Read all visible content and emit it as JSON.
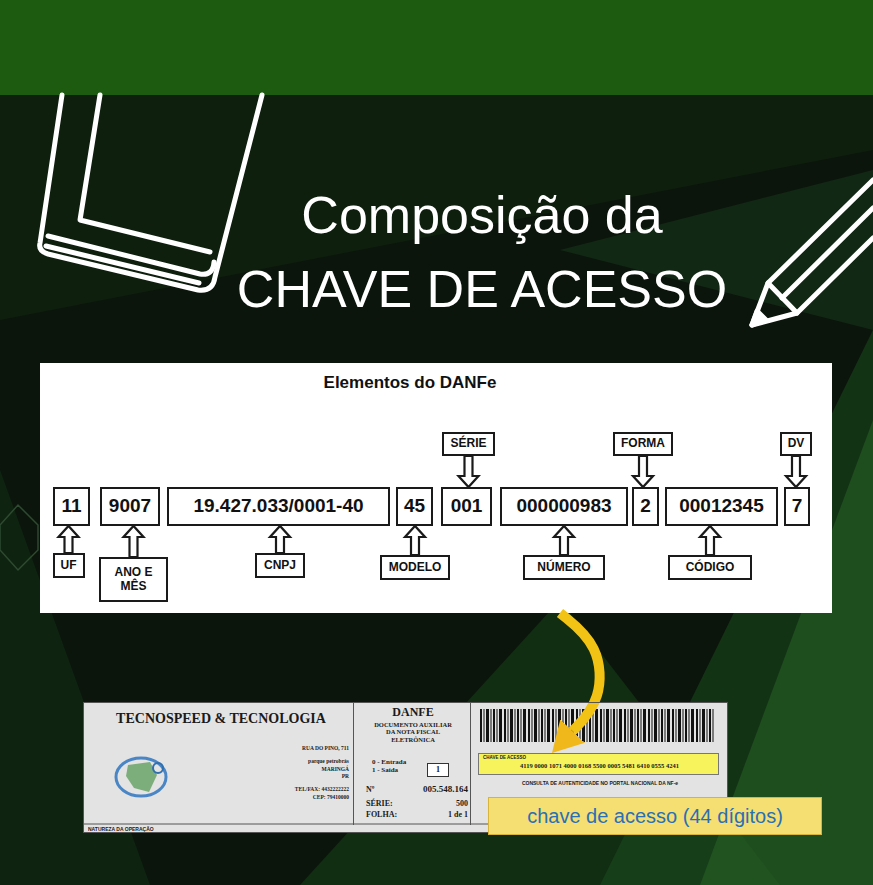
{
  "diagram": {
    "title": "Composição da CHAVE DE ACESSO",
    "nodes": [
      {
        "text": [
          "Elementos do DANFe"
        ]
      },
      {
        "text": [
          "SÉRIE"
        ],
        "in": 0
      },
      {
        "text": [
          "FORMA"
        ],
        "in": 0
      },
      {
        "text": [
          "DV"
        ],
        "in": 0
      },
      {
        "text": [
          "11"
        ],
        "in": 0
      },
      {
        "text": [
          "9007"
        ],
        "in": 0
      },
      {
        "text": [
          "19.427.033/0001-40"
        ],
        "in": 0
      },
      {
        "text": [
          "45"
        ],
        "in": 0
      },
      {
        "text": [
          "001"
        ],
        "in": 0
      },
      {
        "text": [
          "000000983"
        ],
        "in": 0
      },
      {
        "text": [
          "2"
        ],
        "in": 0
      },
      {
        "text": [
          "00012345"
        ],
        "in": 0
      },
      {
        "text": [
          "7"
        ],
        "in": 0
      },
      {
        "text": [
          "UF"
        ],
        "in": 0
      },
      {
        "text": [
          "ANO E MÊS"
        ],
        "in": 0
      },
      {
        "text": [
          "CNPJ"
        ],
        "in": 0
      },
      {
        "text": [
          "MODELO"
        ],
        "in": 0
      },
      {
        "text": [
          "NÚMERO"
        ],
        "in": 0
      },
      {
        "text": [
          "CÓDIGO"
        ],
        "in": 0
      },
      {
        "text": [
          "TECNOSPEED & TECNOLOGIA",
          "RUA DO PINO, 711",
          "parque petrobrás",
          "MARINGÁ",
          "PR",
          "TEL/FAX: 4432222222",
          "CEP: 79410000",
          "CONSULTA DE AUTENTICIDADE NO PORTAL NACIONAL DA NF-e",
          "NATUREZA DA OPERAÇÃO"
        ]
      },
      {
        "text": [
          "DANFE",
          "DOCUMENTO AUXILIAR DA NOTA FISCAL ELETRÔNICA",
          "0 - Entrada 1 - Saída",
          "Nº",
          "005.548.164",
          "SÉRIE:",
          "500",
          "FOLHA:",
          "1 de 1"
        ],
        "in": 19
      },
      {
        "text": [
          "1"
        ],
        "in": 20
      },
      {
        "text": [
          "CHAVE DE ACESSO",
          "4119 0000 1071 4000 0168 5500 0005 5481 6410 0555 4241"
        ],
        "in": 19
      },
      {
        "text": [
          "chave de acesso (44 dígitos)"
        ]
      }
    ],
    "edges": [
      {
        "from": 1,
        "to": 8,
        "arrow": "to"
      },
      {
        "from": 2,
        "to": 10,
        "arrow": "to"
      },
      {
        "from": 3,
        "to": 12,
        "arrow": "to"
      },
      {
        "from": 13,
        "to": 4,
        "arrow": "to"
      },
      {
        "from": 14,
        "to": 5,
        "arrow": "to"
      },
      {
        "from": 15,
        "to": 6,
        "arrow": "to"
      },
      {
        "from": 16,
        "to": 7,
        "arrow": "to"
      },
      {
        "from": 17,
        "to": 9,
        "arrow": "to"
      },
      {
        "from": 18,
        "to": 11,
        "arrow": "to"
      },
      {
        "from": 0,
        "to": 22,
        "arrow": "to"
      }
    ]
  }
}
